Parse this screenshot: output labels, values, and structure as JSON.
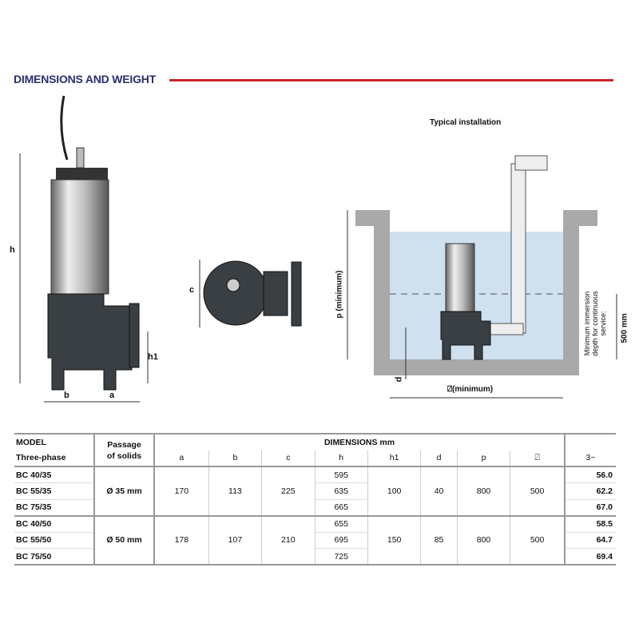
{
  "title": "DIMENSIONS AND WEIGHT",
  "installation_title": "Typical installation",
  "labels": {
    "h": "h",
    "h1": "h1",
    "a": "a",
    "b": "b",
    "c": "c",
    "p": "p (minimum)",
    "d": "d",
    "square": "⍁(minimum)",
    "immersion": "Minimum immersion depth for continuous service:",
    "immersion_value": "500 mm"
  },
  "colors": {
    "title": "#2b2d6e",
    "rule": "#c8262c",
    "water": "#cfe0ef",
    "wall": "#a9a9a9"
  },
  "table": {
    "model_header": "MODEL",
    "phase_header": "Three-phase",
    "passage_header_1": "Passage",
    "passage_header_2": "of solids",
    "dims_header": "DIMENSIONS mm",
    "columns": [
      "a",
      "b",
      "c",
      "h",
      "h1",
      "d",
      "p",
      "⍁",
      "3~"
    ],
    "groups": [
      {
        "passage": "Ø 35 mm",
        "a": "170",
        "b": "113",
        "c": "225",
        "h1": "100",
        "d": "40",
        "p": "800",
        "sq": "500",
        "rows": [
          {
            "model": "BC 40/35",
            "h": "595",
            "w": "56.0"
          },
          {
            "model": "BC 55/35",
            "h": "635",
            "w": "62.2"
          },
          {
            "model": "BC 75/35",
            "h": "665",
            "w": "67.0"
          }
        ]
      },
      {
        "passage": "Ø 50 mm",
        "a": "178",
        "b": "107",
        "c": "210",
        "h1": "150",
        "d": "85",
        "p": "800",
        "sq": "500",
        "rows": [
          {
            "model": "BC 40/50",
            "h": "655",
            "w": "58.5"
          },
          {
            "model": "BC 55/50",
            "h": "695",
            "w": "64.7"
          },
          {
            "model": "BC 75/50",
            "h": "725",
            "w": "69.4"
          }
        ]
      }
    ]
  }
}
